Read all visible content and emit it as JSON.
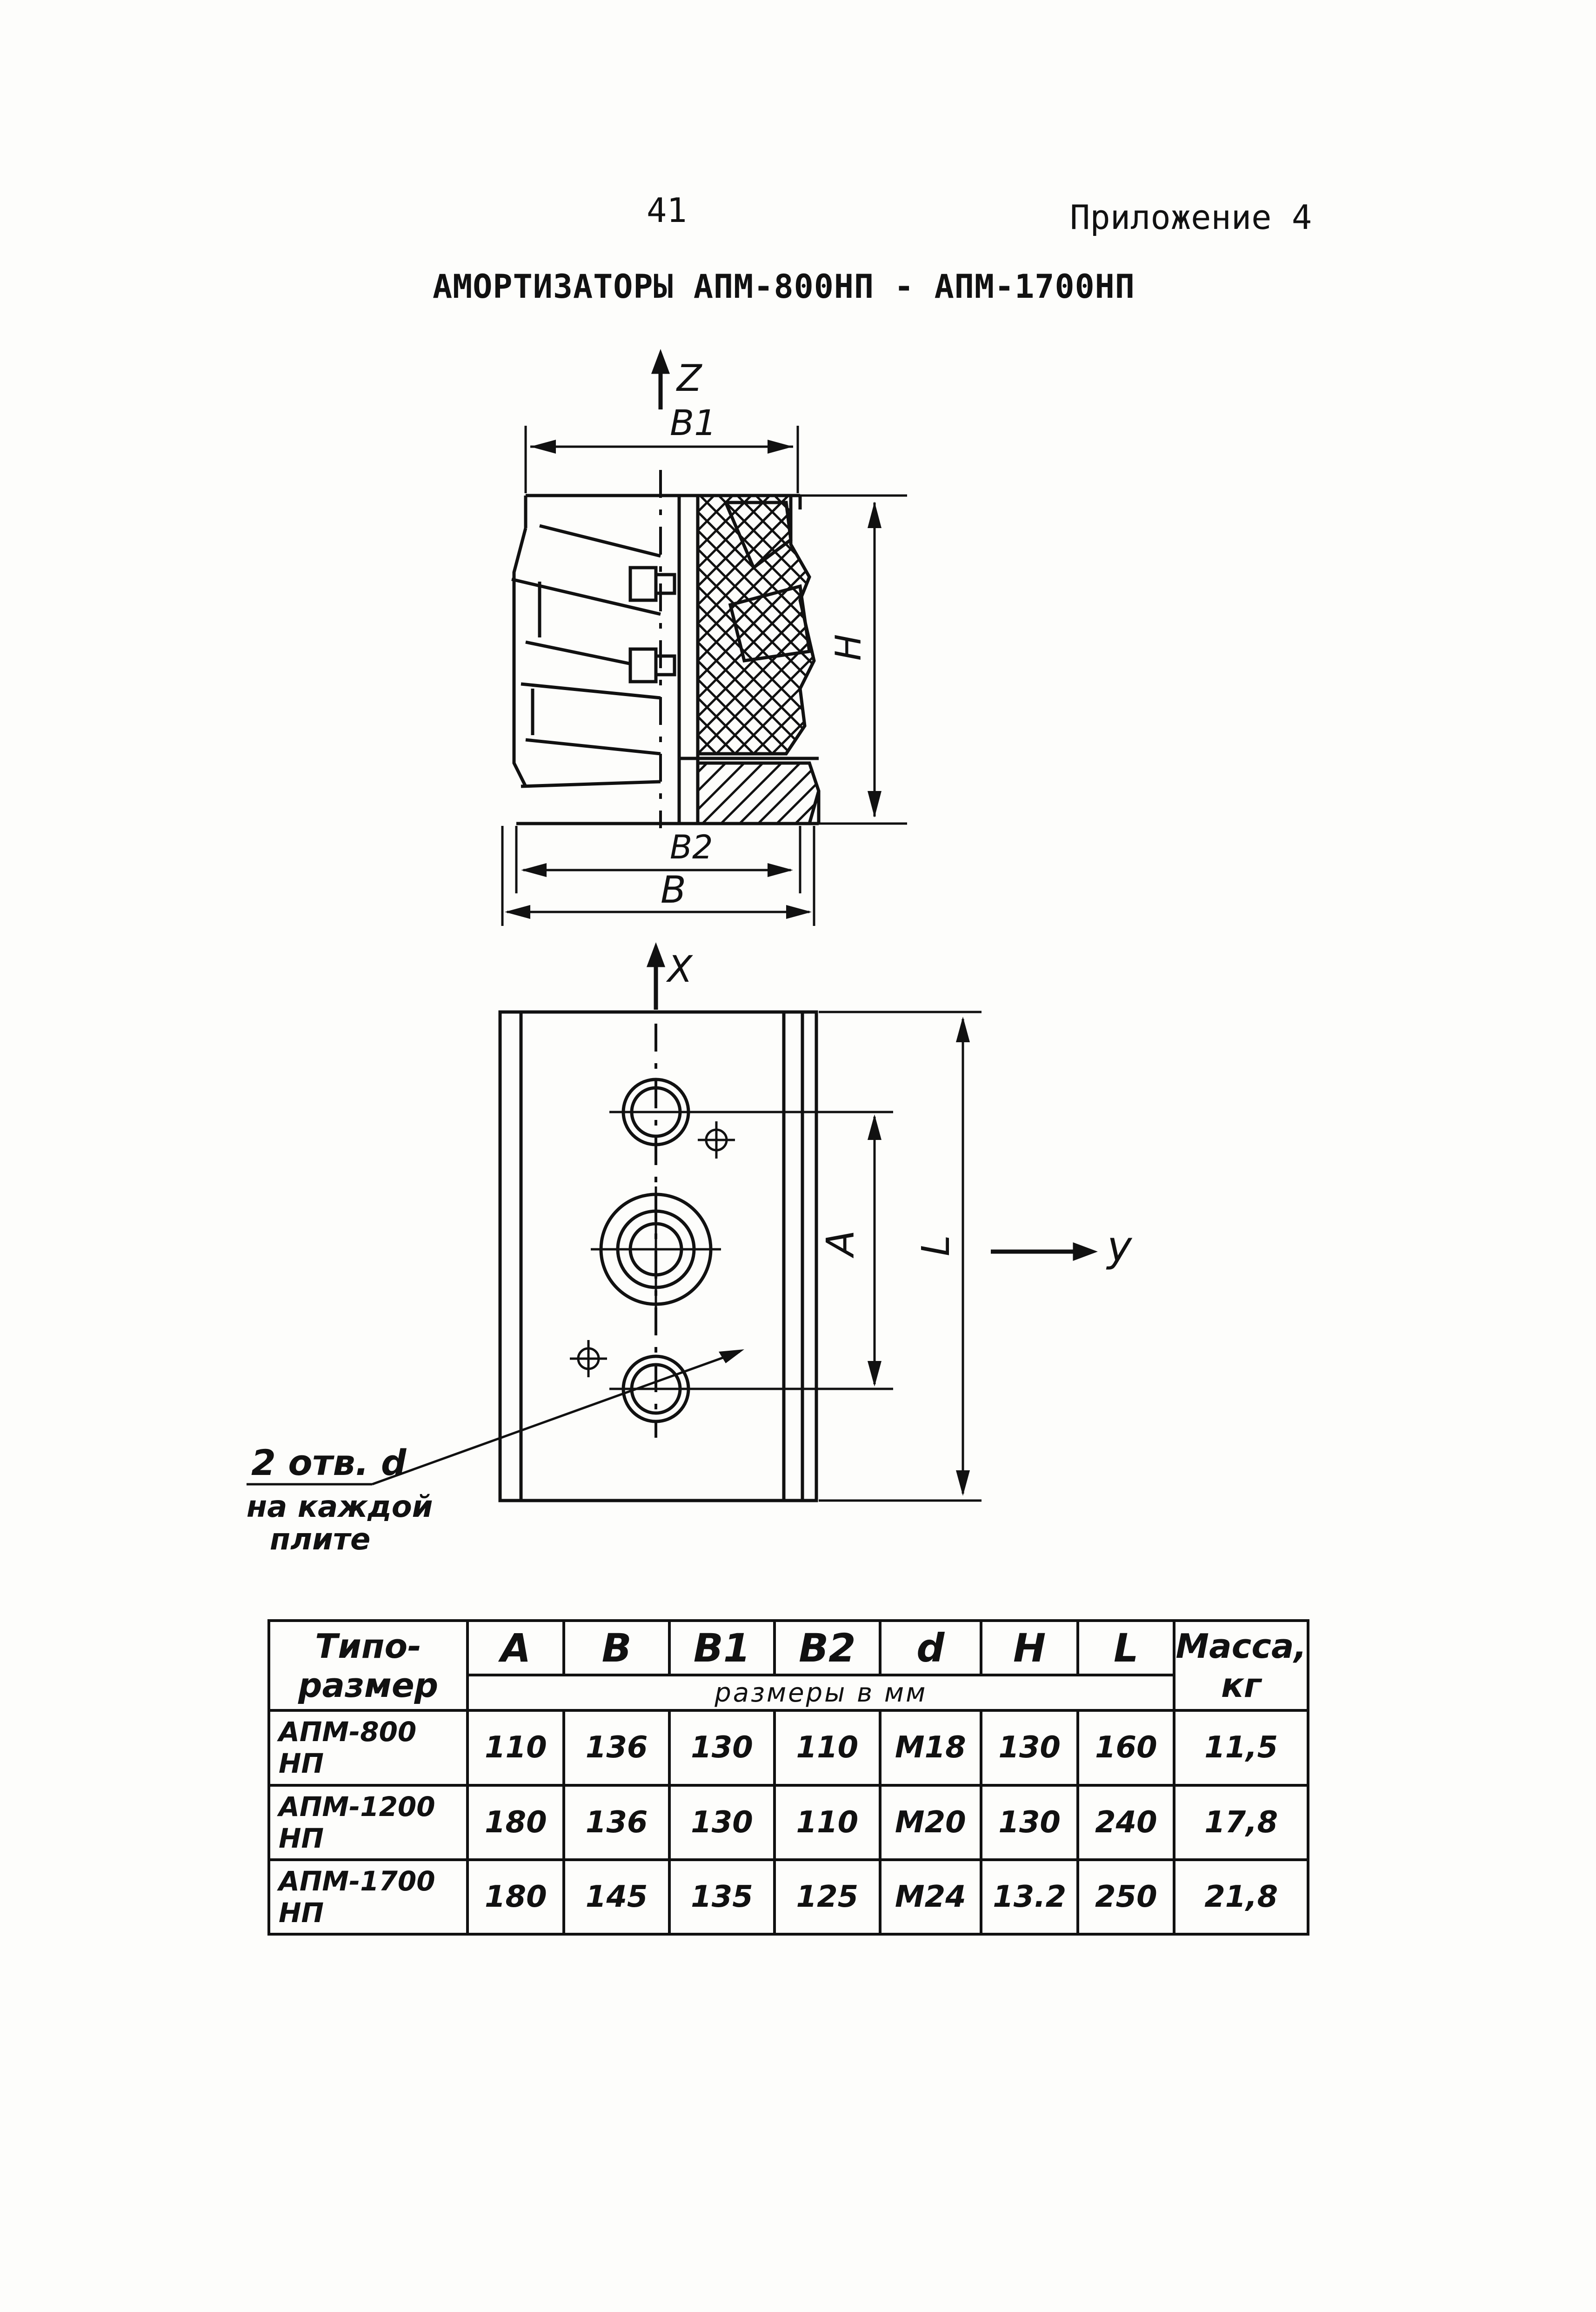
{
  "header": {
    "page_number": "41",
    "appendix": "Приложение 4",
    "title": "АМОРТИЗАТОРЫ АПМ-800НП - АПМ-1700НП"
  },
  "drawing": {
    "side_view": {
      "axis_label": "Z",
      "dim_top": "B1",
      "dim_height": "H",
      "dim_inner": "B2",
      "dim_overall": "B"
    },
    "top_view": {
      "axis_x": "X",
      "axis_y": "y",
      "dim_spacing": "A",
      "dim_length": "L",
      "note_line1": "2 отв. d",
      "note_line2": "на каждой",
      "note_line3": "плите"
    }
  },
  "table": {
    "type_header_line1": "Типо-",
    "type_header_line2": "размер",
    "columns": [
      "A",
      "B",
      "B1",
      "B2",
      "d",
      "H",
      "L"
    ],
    "mass_header_line1": "Масса,",
    "mass_header_line2": "кг",
    "units_label": "размеры в мм",
    "rows": [
      {
        "name": "АПМ-800 НП",
        "values": [
          "110",
          "136",
          "130",
          "110",
          "М18",
          "130",
          "160"
        ],
        "mass": "11,5"
      },
      {
        "name": "АПМ-1200 НП",
        "values": [
          "180",
          "136",
          "130",
          "110",
          "М20",
          "130",
          "240"
        ],
        "mass": "17,8"
      },
      {
        "name": "АПМ-1700 НП",
        "values": [
          "180",
          "145",
          "135",
          "125",
          "М24",
          "13.2",
          "250"
        ],
        "mass": "21,8"
      }
    ]
  }
}
